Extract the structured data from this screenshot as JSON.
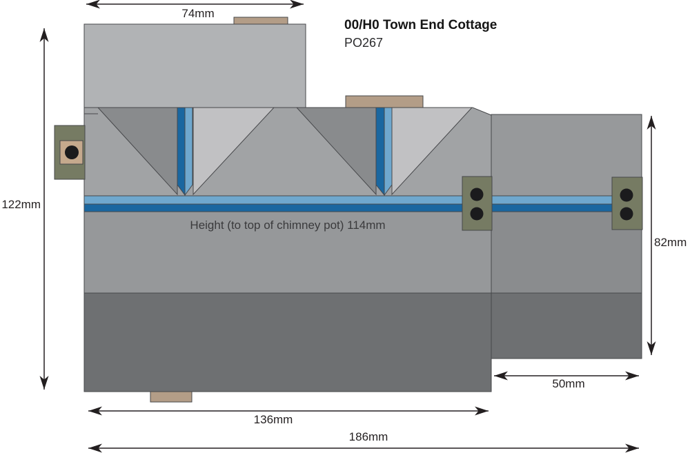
{
  "header": {
    "title": "00/H0 Town End Cottage",
    "product_code": "PO267"
  },
  "annotations": {
    "height_note": "Height (to top of chimney pot) 114mm"
  },
  "dimensions": {
    "top_width": {
      "label": "74mm"
    },
    "left_height": {
      "label": "122mm"
    },
    "right_height": {
      "label": "82mm"
    },
    "extension_width": {
      "label": "50mm"
    },
    "main_width": {
      "label": "136mm"
    },
    "total_width": {
      "label": "186mm"
    }
  },
  "colors": {
    "upper_section_gray": "#b1b3b5",
    "roof_band_gray": "#a1a3a5",
    "wall_gray": "#96989a",
    "base_dark_gray": "#6e7072",
    "right_upper_gray": "#97999b",
    "right_mid_gray": "#8a8c8e",
    "roof_facet_dark": "#898b8d",
    "roof_facet_light": "#c1c1c3",
    "ridge_dark_blue": "#1a67a0",
    "ridge_light_blue": "#6fa8ce",
    "chimney_tan": "#b39d87",
    "joint_olive": "#767b63",
    "joint_pad_tan": "#c5a98d",
    "hole_black": "#1b1b1d",
    "dimension_line": "#231f20"
  }
}
